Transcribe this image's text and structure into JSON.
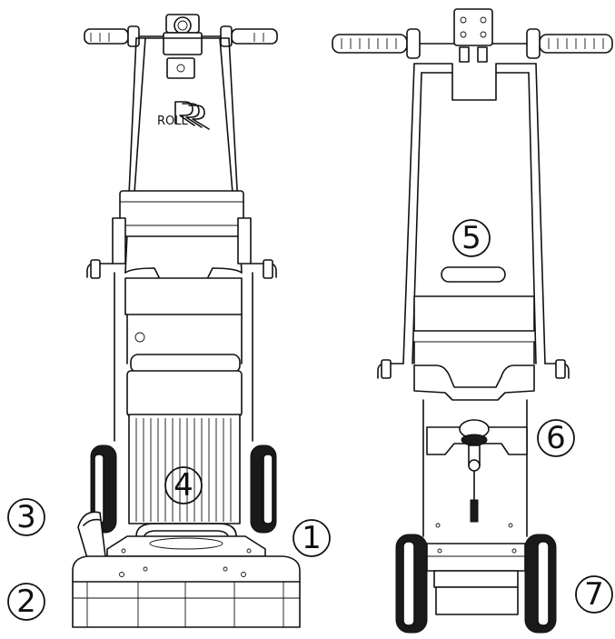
{
  "brand": {
    "logo_text": "ROLL"
  },
  "callouts": [
    {
      "id": "1",
      "label": "1"
    },
    {
      "id": "2",
      "label": "2"
    },
    {
      "id": "3",
      "label": "3"
    },
    {
      "id": "4",
      "label": "4"
    },
    {
      "id": "5",
      "label": "5"
    },
    {
      "id": "6",
      "label": "6"
    },
    {
      "id": "7",
      "label": "7"
    }
  ]
}
